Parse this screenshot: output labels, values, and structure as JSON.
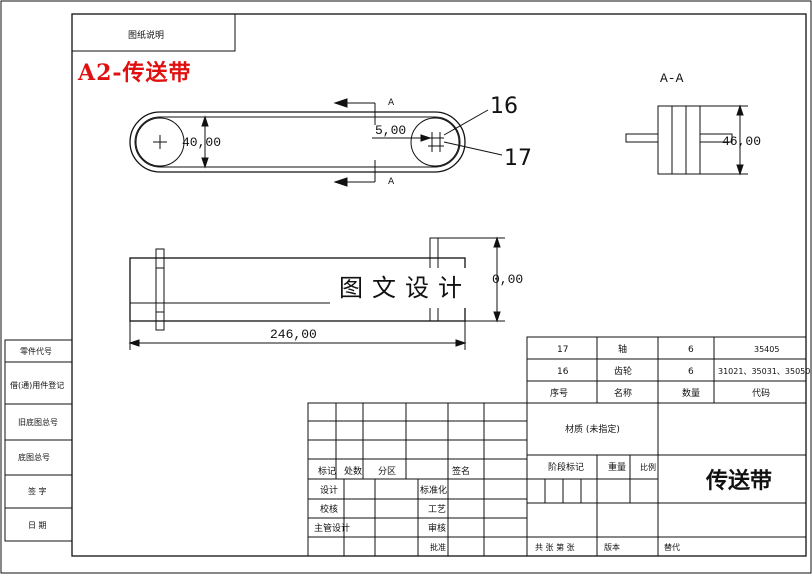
{
  "drawing_title": "A2-传送带",
  "stamp_text": "图文设计",
  "top_box_text": "图纸说明",
  "section_label": "A-A",
  "view_labels": {
    "a_top": "A",
    "a_bottom": "A"
  },
  "dimensions": {
    "d1": "40,00",
    "d2": "5,00",
    "d3": "46,00",
    "d4": "0,00",
    "d5": "246,00"
  },
  "balloons": [
    "16",
    "17"
  ],
  "left_column": [
    "零件代号",
    "借(通)用件登记",
    "旧底图总号",
    "底图总号",
    "签 字",
    "日 期"
  ],
  "bom_rows": [
    {
      "no": "17",
      "name": "轴",
      "qty": "6",
      "code": "35405"
    },
    {
      "no": "16",
      "name": "齿轮",
      "qty": "6",
      "code": "31021、35031、35050"
    }
  ],
  "bom_header": {
    "no": "序号",
    "name": "名称",
    "qty": "数量",
    "code": "代码"
  },
  "material": "材质 (未指定)",
  "product_name": "传送带",
  "tb": {
    "biaoji": "标记",
    "chushu": "处数",
    "fenqu": "分区",
    "qianming": "签名",
    "sheji": "设计",
    "jiaohe": "校核",
    "zhuguan": "主管设计",
    "biaozhunhua": "标准化",
    "gongyi": "工艺",
    "shenhe": "审核",
    "pizhun": "批准",
    "jieduan": "阶段标记",
    "zhongliang": "重量",
    "bili": "比例",
    "gong_zhang": "共 张 第 张",
    "banben": "版本",
    "tidai": "替代"
  }
}
